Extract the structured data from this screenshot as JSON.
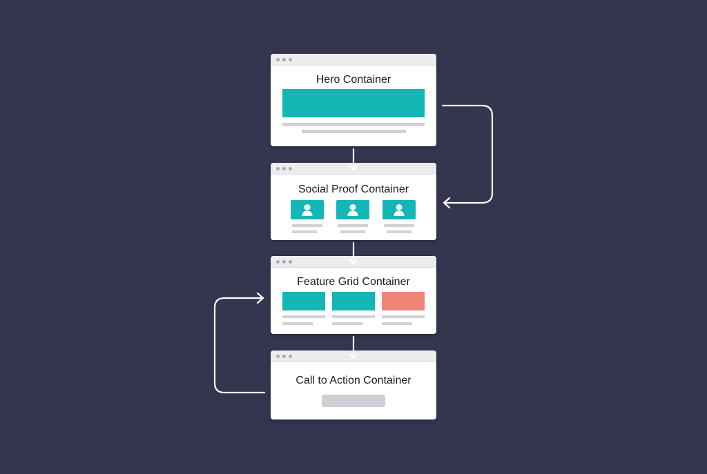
{
  "background_color": "#35354f",
  "accent_teal": "#15b6b6",
  "accent_coral": "#f2857a",
  "cards": {
    "hero": {
      "title": "Hero Container"
    },
    "social_proof": {
      "title": "Social Proof Container"
    },
    "feature_grid": {
      "title": "Feature Grid Container"
    },
    "cta": {
      "title": "Call to Action Container"
    }
  },
  "icons": {
    "window_controls": "three-dot-icon",
    "testimonial": "user-avatar-icon",
    "flow_arrow": "arrow-down-icon",
    "loop_arrow": "arrow-left-icon"
  }
}
